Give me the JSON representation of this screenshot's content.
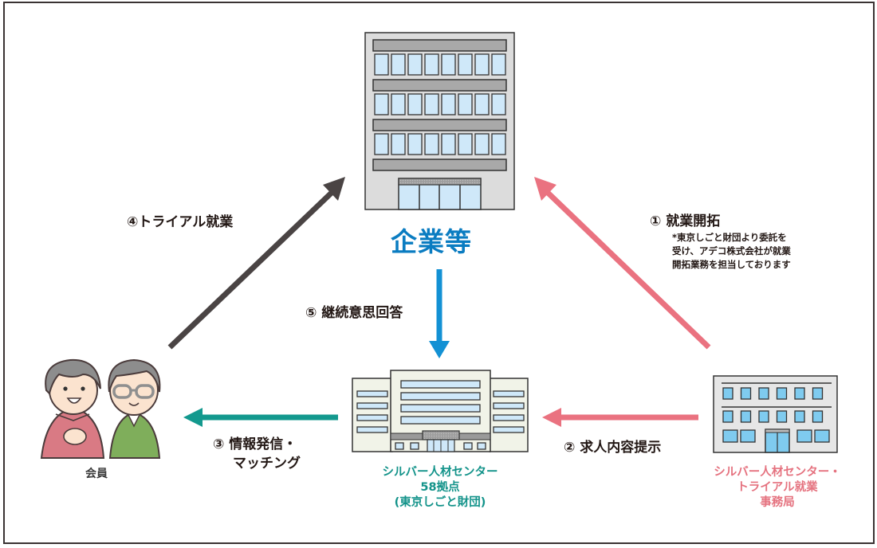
{
  "colors": {
    "company_blue": "#0a7cc1",
    "center_teal": "#13938a",
    "office_pink": "#e5727f",
    "arrow_dark": "#4a4444",
    "arrow_pink": "#ea7280",
    "arrow_teal": "#13998e",
    "arrow_blue": "#1391d4"
  },
  "nodes": {
    "company": {
      "label": "企業等",
      "icon": "office-building-icon"
    },
    "center": {
      "icon": "silver-center-building-icon",
      "lines": [
        "シルバー人材センター",
        "58拠点",
        "(東京しごと財団)"
      ]
    },
    "office": {
      "icon": "trial-office-building-icon",
      "lines": [
        "シルバー人材センター・",
        "トライアル就業",
        "事務局"
      ]
    },
    "members": {
      "label": "会員",
      "icon": "elderly-couple-icon"
    }
  },
  "steps": {
    "step1": {
      "label": "① 就業開拓",
      "note_lines": [
        "*東京しごと財団より委託を",
        "受け、アデコ株式会社が就業",
        "開拓業務を担当しております"
      ]
    },
    "step2": {
      "label": "② 求人内容提示"
    },
    "step3": {
      "lines": [
        "③ 情報発信・",
        "マッチング"
      ]
    },
    "step4": {
      "label": "④トライアル就業"
    },
    "step5": {
      "label": "⑤ 継続意思回答"
    }
  }
}
